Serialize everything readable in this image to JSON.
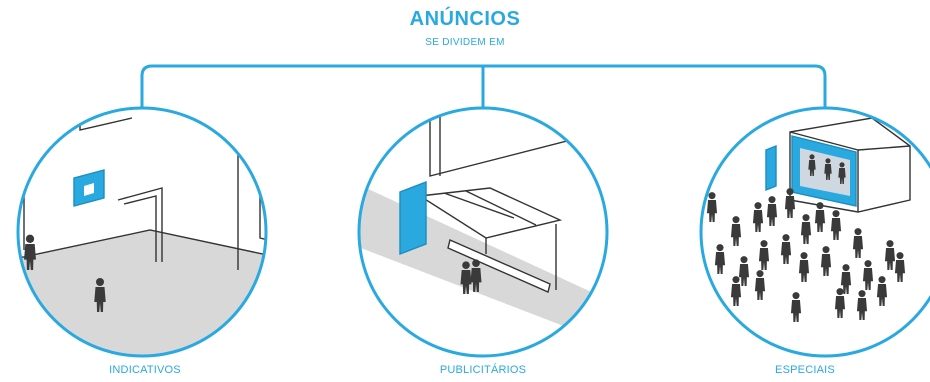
{
  "header": {
    "title": "ANÚNCIOS",
    "subtitle": "SE DIVIDEM EM"
  },
  "categories": [
    {
      "label": "INDICATIVOS",
      "icon": "hallway-sign-scene-icon"
    },
    {
      "label": "PUBLICITÁRIOS",
      "icon": "bus-stop-ad-panel-scene-icon"
    },
    {
      "label": "ESPECIAIS",
      "icon": "event-stage-crowd-scene-icon"
    }
  ],
  "colors": {
    "accent": "#29a9e0",
    "floor": "#d8d8d8",
    "figure": "#3a3a3a",
    "line": "#333333"
  }
}
